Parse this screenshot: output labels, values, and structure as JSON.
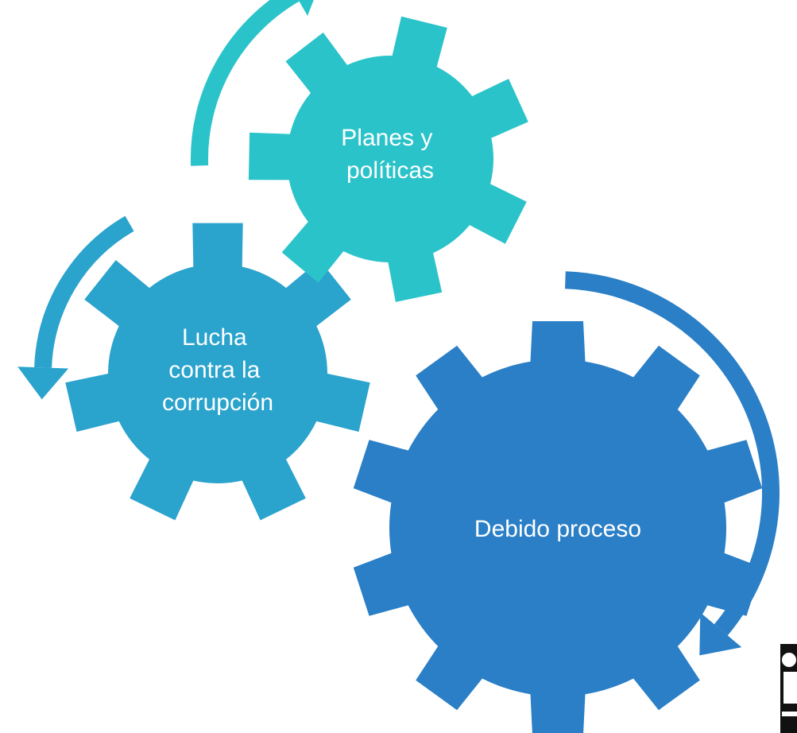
{
  "gears": [
    {
      "id": "debido",
      "lines": [
        "Debido proceso"
      ],
      "color": "#2a7fc6"
    },
    {
      "id": "lucha",
      "lines": [
        "Lucha",
        "contra la",
        "corrupción"
      ],
      "color": "#2aa3cd"
    },
    {
      "id": "planes",
      "lines": [
        "Planes y",
        "políticas"
      ],
      "color": "#2bc3ca"
    }
  ],
  "arrows": [
    {
      "id": "arrow-right",
      "color": "#2a7fc6"
    },
    {
      "id": "arrow-left",
      "color": "#2aa3cd"
    },
    {
      "id": "arrow-top",
      "color": "#2bc3ca"
    }
  ]
}
